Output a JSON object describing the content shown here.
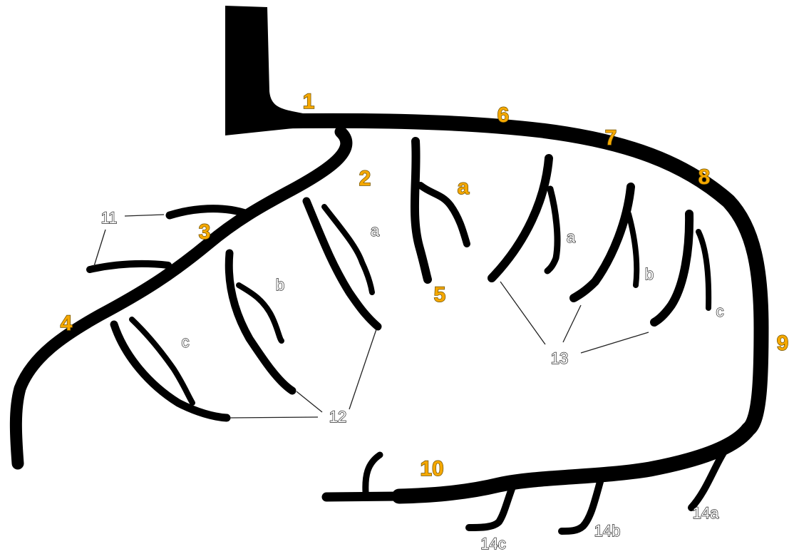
{
  "colors": {
    "vessel": "#000000",
    "major_label": "#f5a800",
    "minor_label": "#ffffff",
    "leader_line": "#222222",
    "background": "#ffffff"
  },
  "labels": {
    "n1": "1",
    "n2": "2",
    "n3": "3",
    "n4": "4",
    "n5": "5",
    "n6": "6",
    "n7": "7",
    "n8": "8",
    "n9": "9",
    "n10": "10",
    "n5a": "a",
    "n11": "11",
    "n12": "12",
    "n13": "13",
    "n2a": "a",
    "n2b": "b",
    "n2c": "c",
    "n7a": "a",
    "n7b": "b",
    "n7c": "c",
    "n14a": "14a",
    "n14b": "14b",
    "n14c": "14c"
  }
}
